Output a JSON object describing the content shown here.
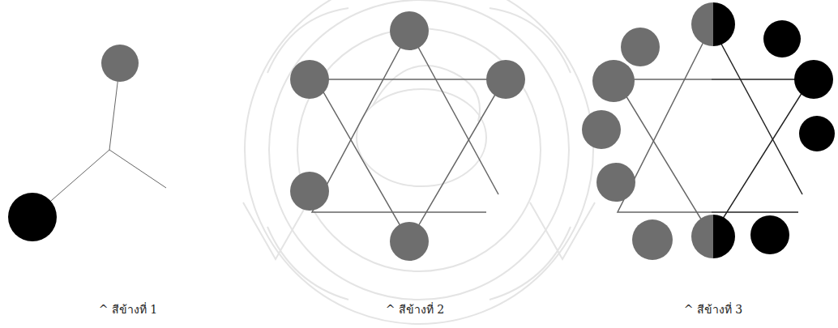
{
  "diagram": {
    "labels": [
      "^ สีข้างที่ 1",
      "^ สีข้างที่ 2",
      "^ สีข้างที่ 3"
    ]
  }
}
